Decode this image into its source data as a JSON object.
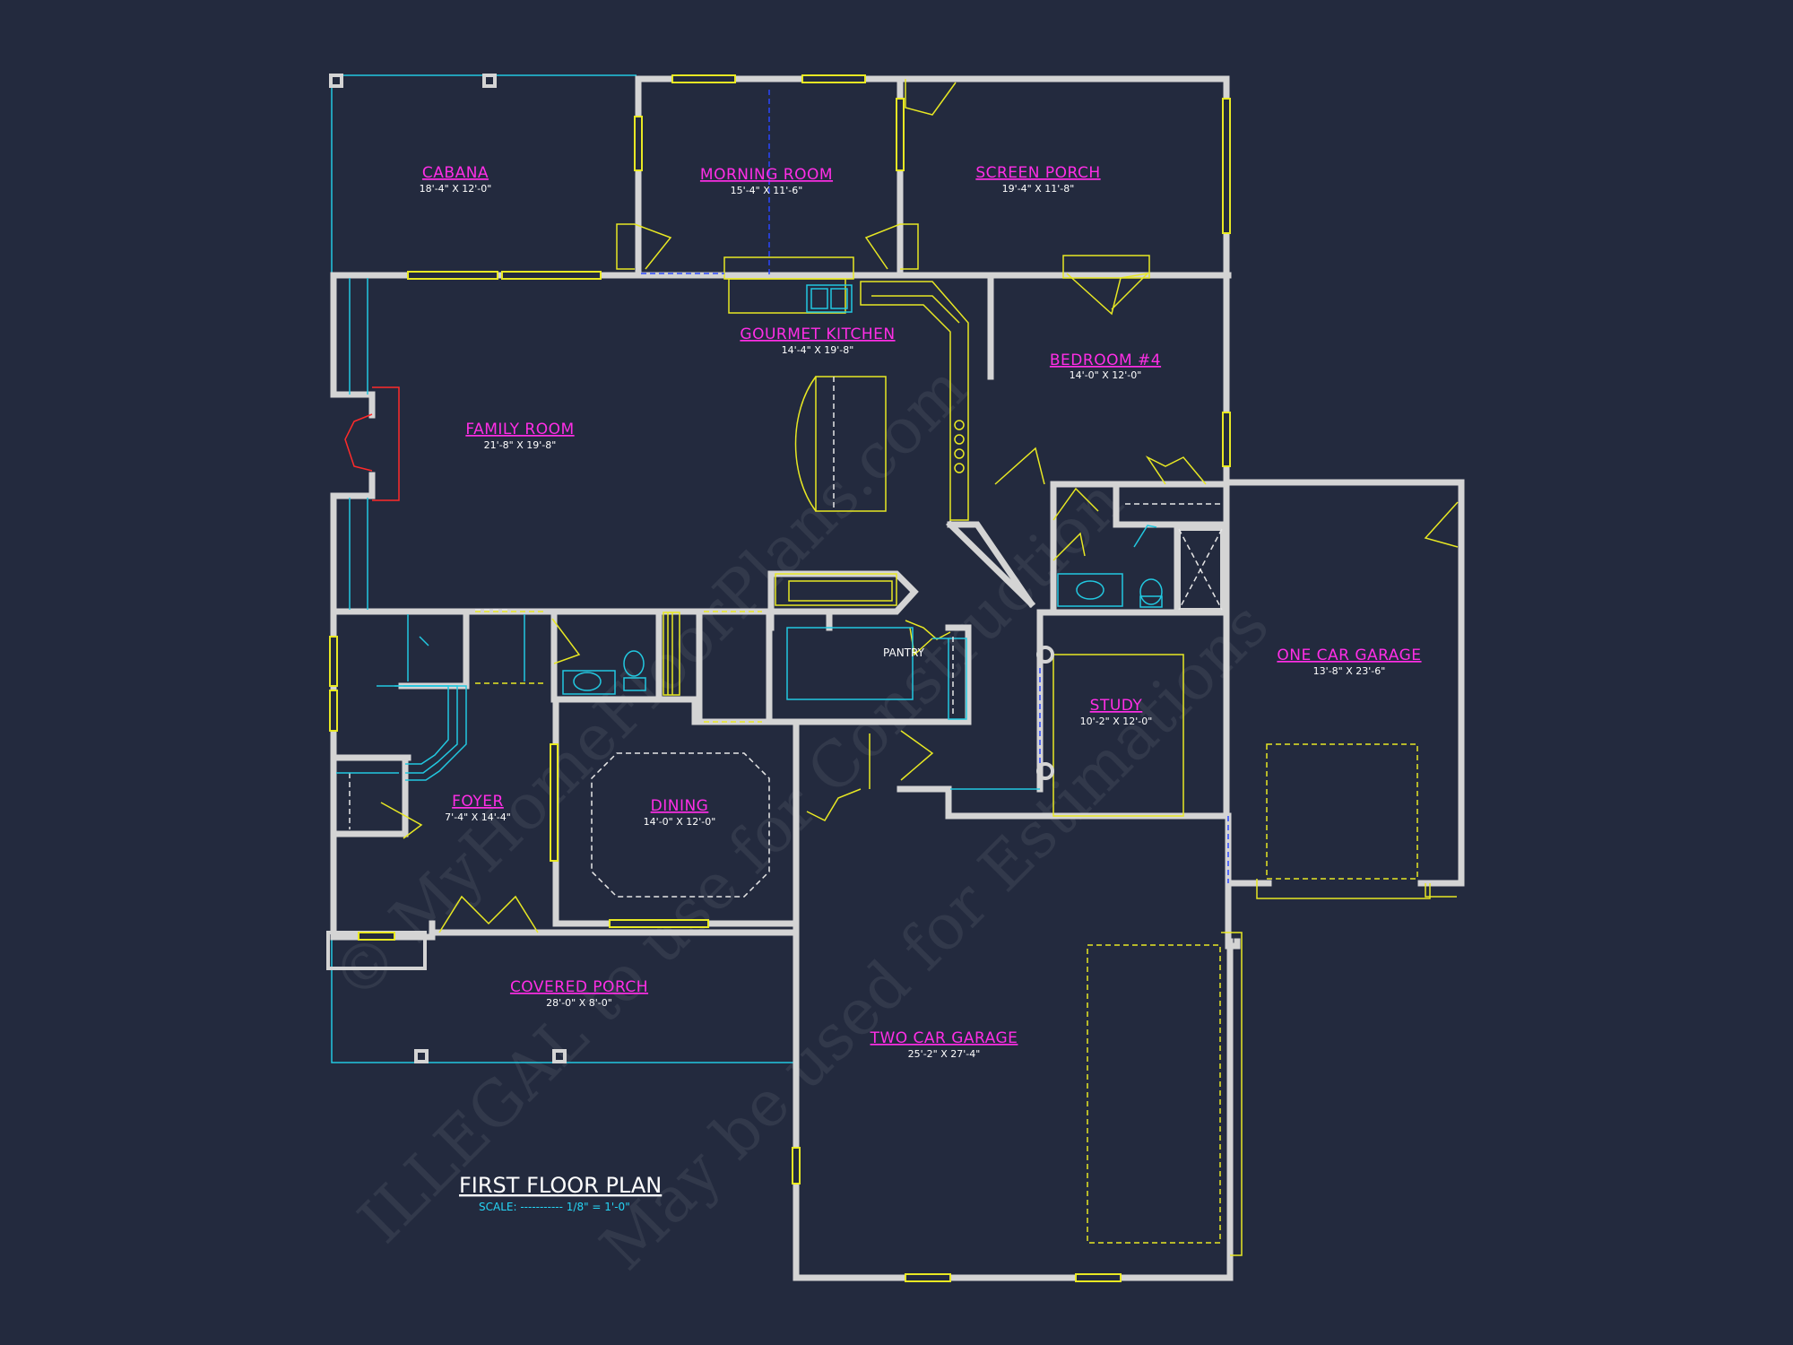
{
  "plan": {
    "title": "FIRST FLOOR PLAN",
    "scale": "SCALE: ----------- 1/8\" = 1'-0\""
  },
  "rooms": {
    "cabana": {
      "name": "CABANA",
      "dims": "18'-4\" X 12'-0\""
    },
    "morning_room": {
      "name": "MORNING ROOM",
      "dims": "15'-4\" X 11'-6\""
    },
    "screen_porch": {
      "name": "SCREEN PORCH",
      "dims": "19'-4\" X 11'-8\""
    },
    "gourmet_kitchen": {
      "name": "GOURMET KITCHEN",
      "dims": "14'-4\" X 19'-8\""
    },
    "bedroom_4": {
      "name": "BEDROOM #4",
      "dims": "14'-0\" X 12'-0\""
    },
    "family_room": {
      "name": "FAMILY ROOM",
      "dims": "21'-8\" X 19'-8\""
    },
    "pantry": {
      "name": "PANTRY"
    },
    "one_car_garage": {
      "name": "ONE CAR GARAGE",
      "dims": "13'-8\" X 23'-6\""
    },
    "study": {
      "name": "STUDY",
      "dims": "10'-2\" X 12'-0\""
    },
    "foyer": {
      "name": "FOYER",
      "dims": "7'-4\" X 14'-4\""
    },
    "dining": {
      "name": "DINING",
      "dims": "14'-0\" X 12'-0\""
    },
    "covered_porch": {
      "name": "COVERED PORCH",
      "dims": "28'-0\" X 8'-0\""
    },
    "two_car_garage": {
      "name": "TWO CAR GARAGE",
      "dims": "25'-2\" X 27'-4\""
    }
  },
  "watermark": {
    "line1": "© MyHomeFloorPlans.com",
    "line2": "ILLEGAL to use for Construction",
    "line3": "May be used for Estimations"
  },
  "colors": {
    "background": "#232a3e",
    "walls": "#d4d4d4",
    "room_labels": "#ff2ee6",
    "fixtures": "#e8e823",
    "plumbing": "#22c8e0"
  }
}
